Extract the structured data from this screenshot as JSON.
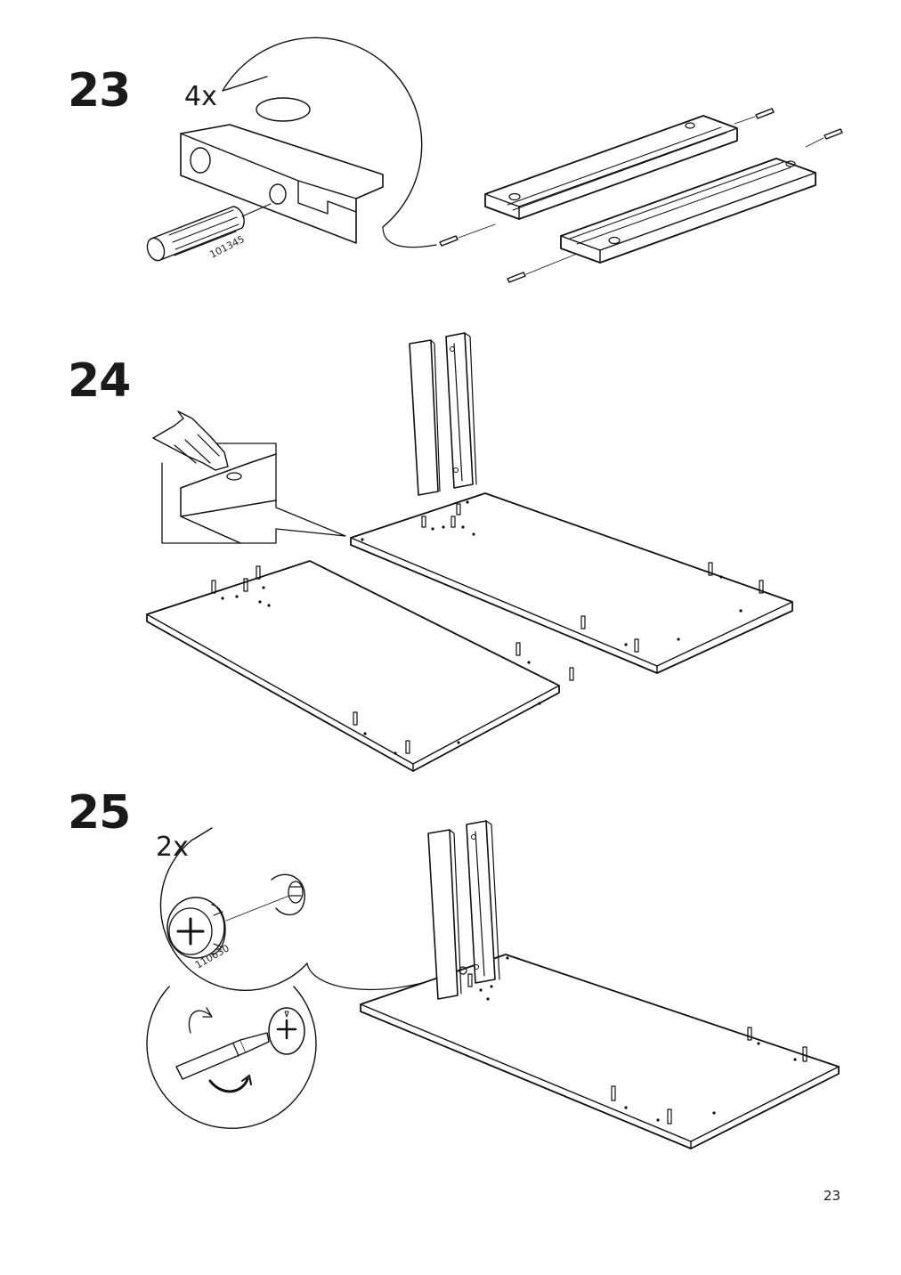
{
  "page": {
    "number": "23"
  },
  "steps": [
    {
      "number": "23",
      "quantity": "4x",
      "part_number": "101345"
    },
    {
      "number": "24"
    },
    {
      "number": "25",
      "quantity": "2x",
      "part_number": "110630"
    }
  ]
}
